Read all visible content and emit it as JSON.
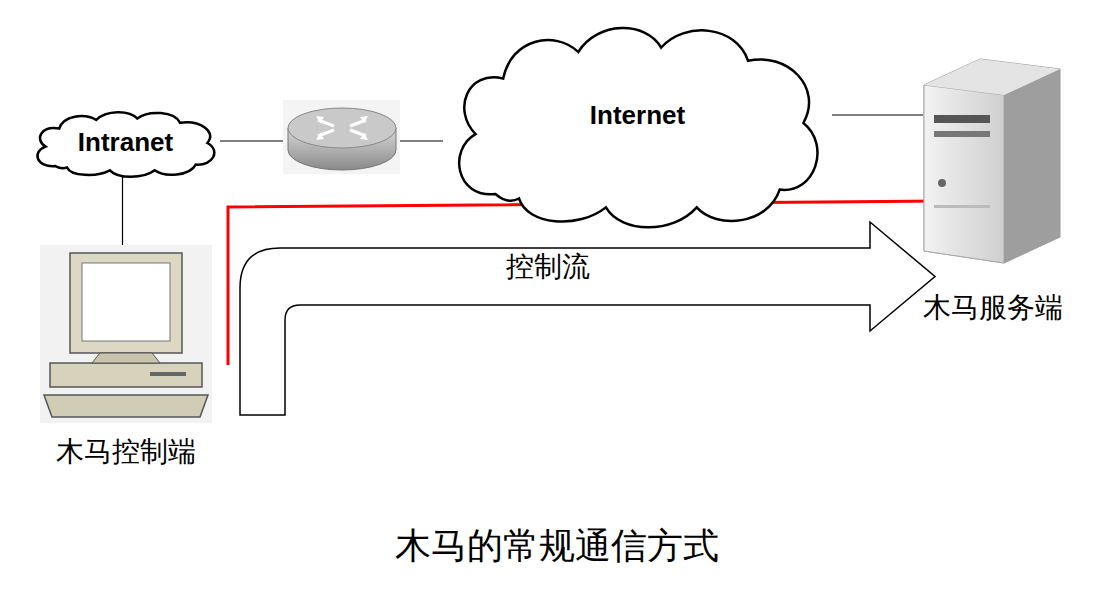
{
  "diagram": {
    "caption": "木马的常规通信方式",
    "nodes": [
      {
        "text": [
          "Intranet"
        ]
      },
      {
        "text": [
          "Internet"
        ]
      },
      {
        "text": [
          "木马服务端"
        ]
      },
      {
        "text": [
          "木马控制端"
        ]
      }
    ],
    "edges": [
      {
        "from": 0,
        "to": 1,
        "arrow": "none"
      },
      {
        "from": 0,
        "to": 3,
        "arrow": "none"
      },
      {
        "from": 1,
        "to": 2,
        "arrow": "none"
      },
      {
        "from": 3,
        "to": 2,
        "arrow": "to"
      },
      {
        "from": 3,
        "to": 2,
        "label": "控制流",
        "arrow": "to"
      }
    ]
  }
}
